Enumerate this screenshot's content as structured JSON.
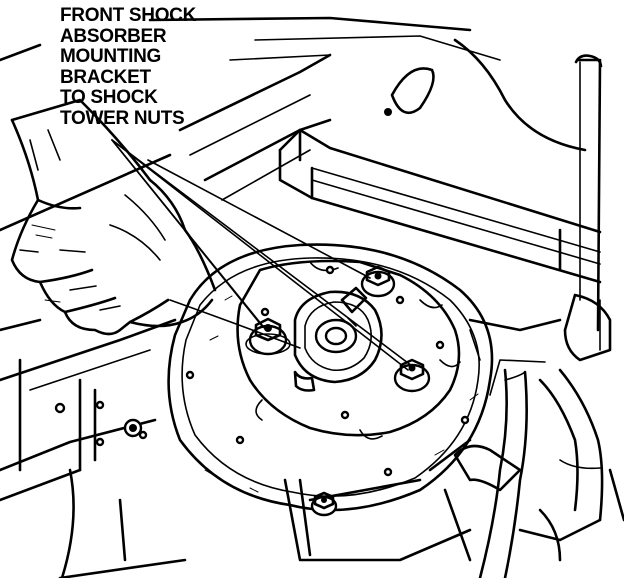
{
  "callout": {
    "lines": [
      "FRONT SHOCK",
      "ABSORBER",
      "MOUNTING",
      "BRACKET",
      "TO SHOCK",
      "TOWER NUTS"
    ]
  }
}
